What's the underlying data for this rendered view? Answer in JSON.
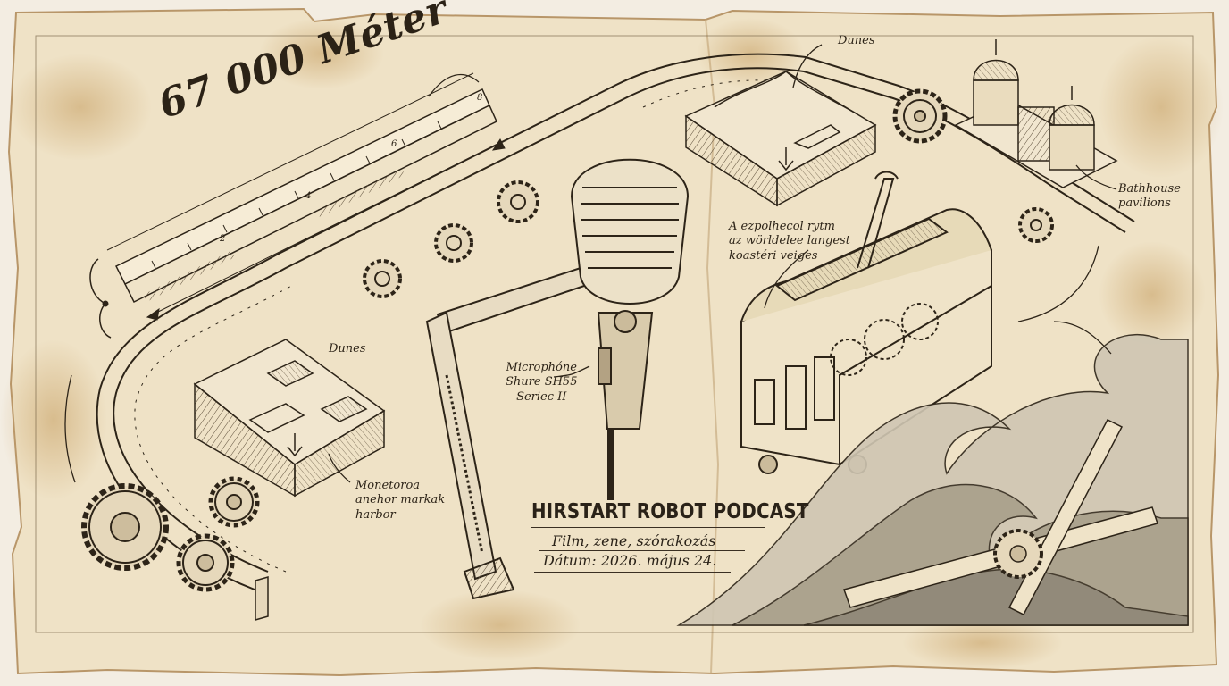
{
  "poster": {
    "distance_title": "67 000 Méter",
    "scale_ticks": [
      "2",
      "4",
      "6",
      "8"
    ],
    "podcast": {
      "title": "HIRSTART ROBOT PODCAST",
      "subtitle": "Film, zene, szórakozás",
      "date": "Dátum: 2026. május 24."
    },
    "labels": {
      "dunes_top": "Dunes",
      "dunes_left": "Dunes",
      "bathhouse": "Bathhouse\npavilions",
      "tram_caption": "A ezpolhecol rytm\naz wörldelee langest\nkoastéri veiges",
      "microphone": "Microphóne\nShure SH55\nSeriec II",
      "harbor": "Monetoroa\nanehor markak\nharbor"
    },
    "colors": {
      "paper": "#efe3c8",
      "ink": "#2d2418",
      "stain": "#c9a46a",
      "wave": "#8c8576"
    }
  }
}
